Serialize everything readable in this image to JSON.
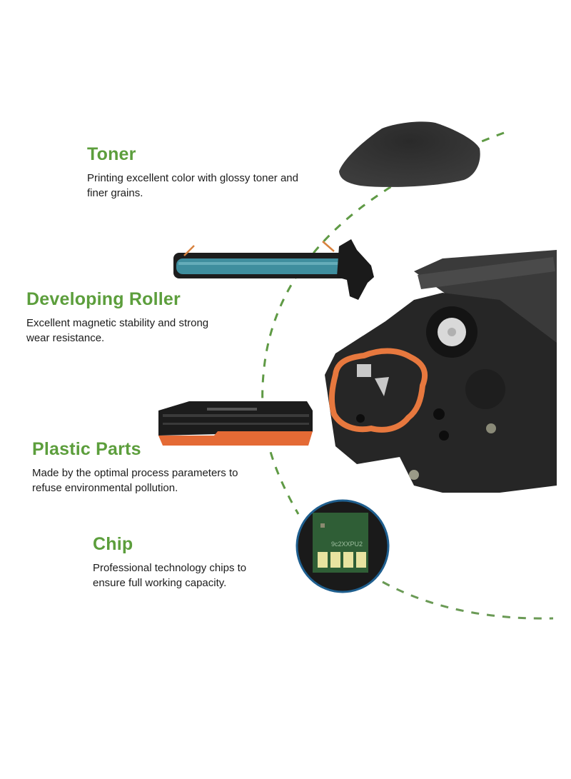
{
  "colors": {
    "accent_green": "#5c9e3c",
    "dash_green": "#5f9a45",
    "text_dark": "#1c1c1c",
    "chip_ring_blue": "#1f5f8f",
    "drum_teal": "#3f8e9e",
    "orange": "#e7783e",
    "cartridge_dark": "#2b2b2b"
  },
  "features": [
    {
      "title": "Toner",
      "description_line1": "Printing excellent color with glossy toner and",
      "description_line2": "finer grains.",
      "image": "toner-powder-pile"
    },
    {
      "title": "Developing Roller",
      "description_line1": "Excellent magnetic stability and strong",
      "description_line2": "wear resistance.",
      "image": "developing-roller-drum"
    },
    {
      "title": "Plastic Parts",
      "description_line1": "Made by the optimal process parameters to",
      "description_line2": "refuse environmental pollution.",
      "image": "toner-cartridge-housing"
    },
    {
      "title": "Chip",
      "description_line1": "Professional technology chips to",
      "description_line2": "ensure full working capacity.",
      "image": "cartridge-chip-closeup",
      "chip_label": "9c2XXPU2"
    }
  ],
  "main_image": "toner-cartridge-gear-side"
}
